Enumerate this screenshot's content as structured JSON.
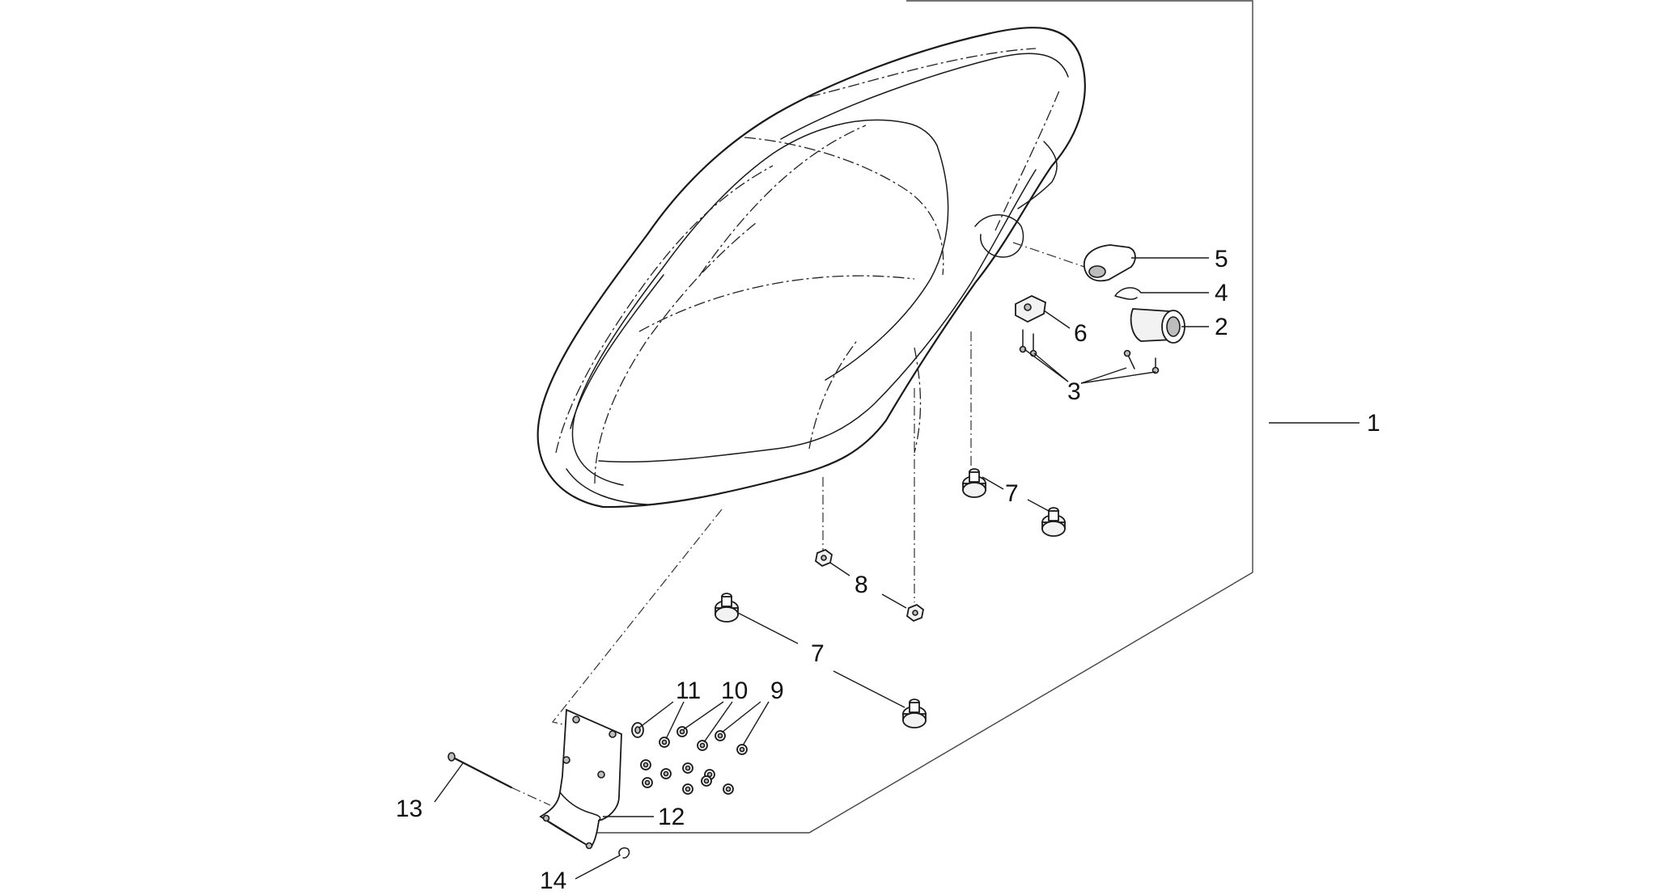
{
  "diagram": {
    "colors": {
      "line": "#1a1a1a",
      "background": "#ffffff",
      "part_fill": "#f2f2f2"
    },
    "callouts": {
      "c1": "1",
      "c2": "2",
      "c3": "3",
      "c4": "4",
      "c5": "5",
      "c6": "6",
      "c7a": "7",
      "c7b": "7",
      "c8": "8",
      "c9": "9",
      "c10": "10",
      "c11": "11",
      "c12": "12",
      "c13": "13",
      "c14": "14"
    }
  }
}
